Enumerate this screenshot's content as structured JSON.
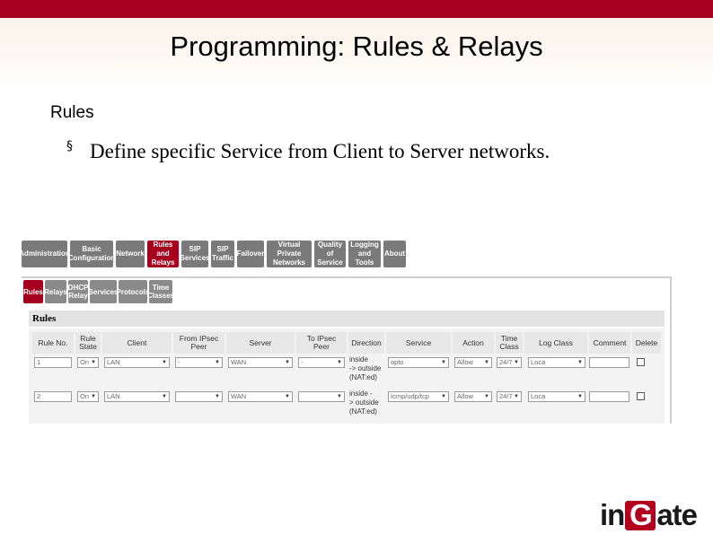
{
  "slide": {
    "title": "Programming: Rules & Relays",
    "subtitle": "Rules",
    "bullet_mark": "§",
    "bullet_text": "Define specific Service from Client to Server networks.",
    "brand_color": "#a5001e"
  },
  "nav": {
    "items": [
      {
        "label": "Administration"
      },
      {
        "label": "Basic\nConfiguration"
      },
      {
        "label": "Network"
      },
      {
        "label": "Rules and\nRelays",
        "active": true
      },
      {
        "label": "SIP\nServices"
      },
      {
        "label": "SIP\nTraffic"
      },
      {
        "label": "Failover"
      },
      {
        "label": "Virtual Private\nNetworks"
      },
      {
        "label": "Quality of\nService"
      },
      {
        "label": "Logging\nand Tools"
      },
      {
        "label": "About"
      }
    ]
  },
  "subnav": {
    "items": [
      {
        "label": "Rules",
        "active": true
      },
      {
        "label": "Relays"
      },
      {
        "label": "DHCP\nRelay"
      },
      {
        "label": "Services"
      },
      {
        "label": "Protocols"
      },
      {
        "label": "Time\nClasses"
      }
    ]
  },
  "rules_table": {
    "title": "Rules",
    "headers": [
      "Rule No.",
      "Rule\nState",
      "Client",
      "From IPsec\nPeer",
      "Server",
      "To IPsec\nPeer",
      "Direction",
      "Service",
      "Action",
      "Time\nClass",
      "Log Class",
      "Comment",
      "Delete"
    ],
    "rows": [
      {
        "rule_no": "1",
        "state": "On",
        "client": "LAN",
        "from_peer": "-",
        "server": "WAN",
        "to_peer": "-",
        "direction": "inside\n-> outside\n(NAT:ed)",
        "service": "opto",
        "action": "Allow",
        "time_class": "24/7",
        "log_class": "Loca",
        "comment": "",
        "delete": false
      },
      {
        "rule_no": "2",
        "state": "On",
        "client": "LAN",
        "from_peer": "",
        "server": "WAN",
        "to_peer": "",
        "direction": "inside -\n> outside\n(NAT:ed)",
        "service": "Icmp/udp/tcp",
        "action": "Allow",
        "time_class": "24/7",
        "log_class": "Loca",
        "comment": "",
        "delete": false
      }
    ]
  },
  "logo": {
    "part1": "in",
    "part2": "G",
    "part3": "ate",
    "accent": "#b4001f"
  }
}
